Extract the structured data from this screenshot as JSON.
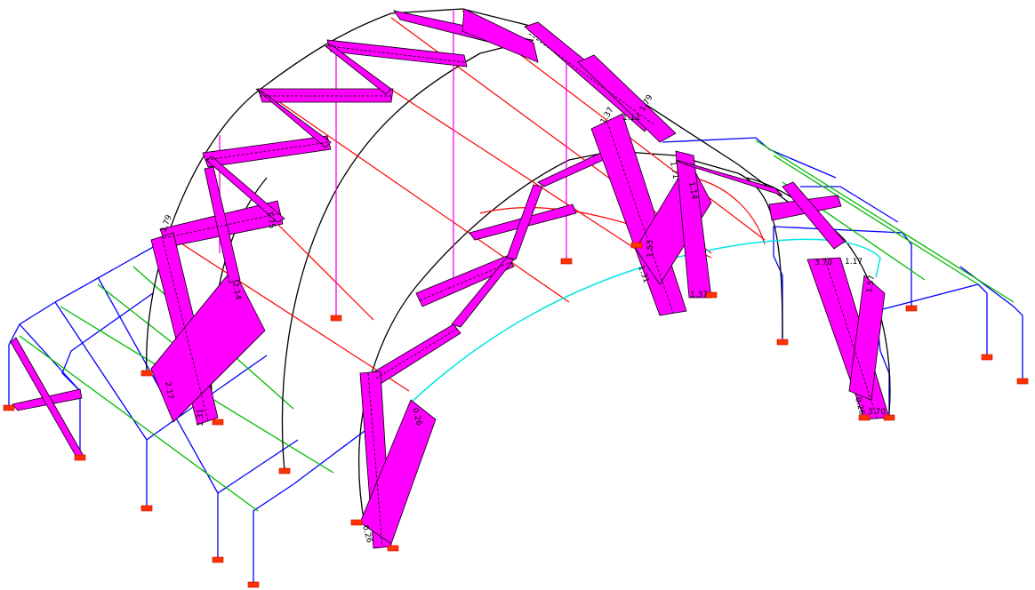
{
  "colors": {
    "background": "#ffffff",
    "arch": "#000000",
    "purlin": "#ff0000",
    "hanger": "#ff00ff",
    "force_fill": "#ff00ff",
    "side_frame": "#0000ff",
    "side_purlin": "#00bb00",
    "ridge_curve": "#00e5e5",
    "support": "#ff3300"
  },
  "labels": {
    "v1": "0.26",
    "v2": "1.79",
    "v3": "1.75",
    "v4": "1.31",
    "v5": "3.70",
    "v6": "1.37",
    "v7": "2.14",
    "v8": "2.17",
    "v9": "3.70",
    "v10": "0.26",
    "v11": "1.31",
    "v12": "1.71",
    "v13": "1.79",
    "v14": "0.26",
    "v15": "1.12",
    "v16": "1.37",
    "v17": "1.53",
    "v18": "1.14",
    "v19": "1.57",
    "v20": "1.17"
  }
}
